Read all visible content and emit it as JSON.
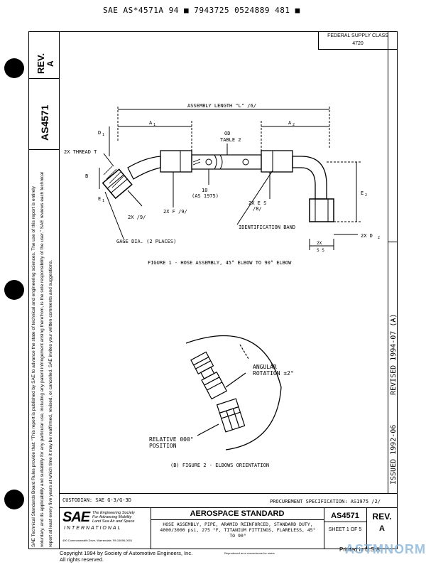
{
  "header_barcode_line": "SAE AS*4571A 94 ■ 7943725 0524889 481 ■",
  "federal_supply": {
    "label": "FEDERAL SUPPLY CLASS",
    "value": "4720"
  },
  "left_strip": {
    "rev_label": "REV.",
    "rev_value": "A",
    "doc_number": "AS4571"
  },
  "left_notice": "SAE Technical Standards Board Rules provide that: \"This report is published by SAE to advance the state of technical and engineering sciences. The use of this report is entirely voluntary, and its applicability and suitability for any particular use, including any patent infringement arising therefrom, is the sole responsibility of the user.\" SAE reviews each technical report at least every five years at which time it may be reaffirmed, revised, or cancelled. SAE invites your written comments and suggestions.",
  "figure1": {
    "caption": "FIGURE 1 - HOSE ASSEMBLY, 45° ELBOW TO 90° ELBOW",
    "labels": {
      "assembly_length": "ASSEMBLY LENGTH \"L\" /6/",
      "a1": "A",
      "a1_sub": "1",
      "a2": "A",
      "a2_sub": "2",
      "d1": "D",
      "d1_sub": "1",
      "od": "OD",
      "od_table": "TABLE 2",
      "thread": "2X THREAD T",
      "b": "B",
      "e1": "E",
      "e1_sub": "1",
      "ref10": "10",
      "ref10_spec": "(AS 1975)",
      "marker9": "2X /9/",
      "f9": "2X F /9/",
      "e6": "2X E S",
      "e6_note": "/8/",
      "gage": "GAGE DIA. (2 PLACES)",
      "ident": "IDENTIFICATION BAND",
      "e2": "E",
      "e2_sub": "2",
      "d2": "2X D",
      "d2_sub": "2",
      "s_dim": "2X",
      "s_dim2": "S S"
    }
  },
  "figure2": {
    "caption": "(B) FIGURE 2 - ELBOWS ORIENTATION",
    "angular": "ANGULAR",
    "rotation": "ROTATION ±2°",
    "relative": "RELATIVE 000°",
    "position": "POSITION"
  },
  "right_strip": {
    "revised": "REVISED 1994-07 (A)",
    "issued": "ISSUED 1992-06"
  },
  "title_block": {
    "custodian": "CUSTODIAN: SAE G-3/G-3D",
    "procurement": "PROCUREMENT SPECIFICATION: AS1975 /2/",
    "sae_logo": "SAE",
    "sae_tagline1": "The Engineering Society",
    "sae_tagline2": "For Advancing Mobility",
    "sae_tagline3": "Land Sea Air and Space",
    "sae_intl": "INTERNATIONAL",
    "sae_address": "400 Commonwealth Drive, Warrendale, PA 15096-0001",
    "standard_title": "AEROSPACE STANDARD",
    "description": "HOSE ASSEMBLY, PIPE, ARAMID REINFORCED, STANDARD DUTY, 4000/3000 psi, 275 °F, TITANIUM FITTINGS, FLARELESS, 45° TO 90°",
    "doc_number": "AS4571",
    "sheet": "SHEET 1 OF 5",
    "rev_label": "REV.",
    "rev_value": "A"
  },
  "footer": {
    "copyright_line1": "Copyright 1994 by Society of Automotive Engineers, Inc.",
    "copyright_line2": "All rights reserved.",
    "printed": "Printed in U.S.A.",
    "small_code": "Reproduced as a convenience for users",
    "watermark": "ASTMNORM"
  }
}
